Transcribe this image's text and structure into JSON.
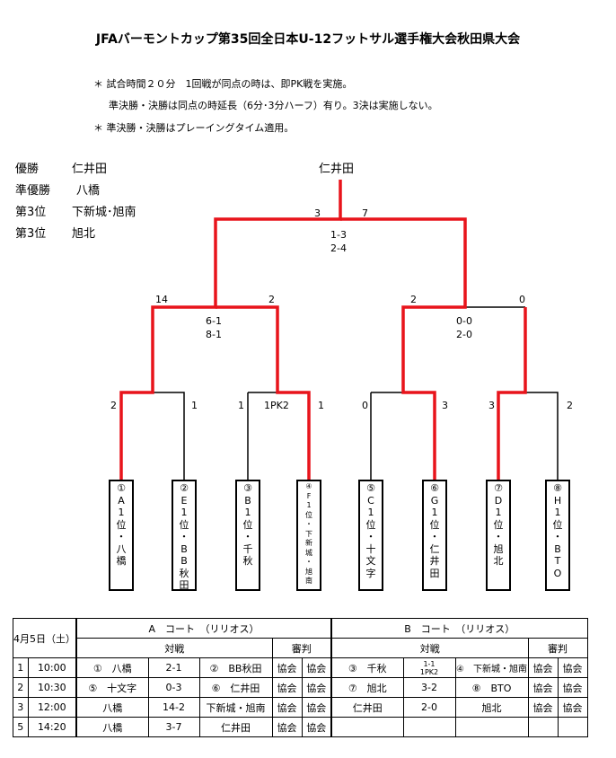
{
  "title": "JFAバーモントカップ第35回全日本U-12フットサル選手権大会秋田県大会",
  "notes": [
    "＊ 試合時間２０分　1回戦が同点の時は、即PK戦を実施。",
    "準決勝・決勝は同点の時延長（6分･3分ハーフ）有り。3決は実施しない。",
    "＊ 準決勝・決勝はプレーイングタイム適用。"
  ],
  "results": [
    {
      "rank": "優勝",
      "team": "仁井田"
    },
    {
      "rank": "準優勝",
      "team": "八橋"
    },
    {
      "rank": "第3位",
      "team": "下新城･旭南"
    },
    {
      "rank": "第3位",
      "team": "旭北"
    }
  ],
  "bracket": {
    "champion": "仁井田",
    "final": {
      "left_score": "3",
      "right_score": "7",
      "half1": "1-3",
      "half2": "2-4"
    },
    "semi_left": {
      "left_score": "14",
      "right_score": "2",
      "half1": "6-1",
      "half2": "8-1"
    },
    "semi_right": {
      "left_score": "2",
      "right_score": "0",
      "half1": "0-0",
      "half2": "2-0"
    },
    "r1_scores": [
      "2",
      "1",
      "1",
      "1PK2",
      "1",
      "0",
      "3",
      "3",
      "2"
    ],
    "teams": [
      {
        "num": "①",
        "chars": [
          "A",
          "1",
          "位",
          "・",
          "八",
          "橋"
        ]
      },
      {
        "num": "②",
        "chars": [
          "E",
          "1",
          "位",
          "・",
          "B",
          "B",
          "秋",
          "田"
        ]
      },
      {
        "num": "③",
        "chars": [
          "B",
          "1",
          "位",
          "・",
          "千",
          "秋"
        ]
      },
      {
        "num": "④",
        "chars": [
          "F",
          "1",
          "位",
          "・",
          "下",
          "新",
          "城",
          "・",
          "旭",
          "南"
        ]
      },
      {
        "num": "⑤",
        "chars": [
          "C",
          "1",
          "位",
          "・",
          "十",
          "文",
          "字"
        ]
      },
      {
        "num": "⑥",
        "chars": [
          "G",
          "1",
          "位",
          "・",
          "仁",
          "井",
          "田"
        ]
      },
      {
        "num": "⑦",
        "chars": [
          "D",
          "1",
          "位",
          "・",
          "旭",
          "北"
        ]
      },
      {
        "num": "⑧",
        "chars": [
          "H",
          "1",
          "位",
          "・",
          "B",
          "T",
          "O"
        ]
      }
    ]
  },
  "schedule": {
    "date": "4月5日（土）",
    "court_a": "A　コート　（リリオス）",
    "court_b": "B　コート　（リリオス）",
    "match_header": "対戦",
    "referee_header": "審判",
    "rows": [
      {
        "no": "1",
        "time": "10:00",
        "a_home": "①　八橋",
        "a_score": "2-1",
        "a_away": "②　BB秋田",
        "a_ref1": "協会",
        "a_ref2": "協会",
        "b_home": "③　千秋",
        "b_score1": "1-1",
        "b_score2": "1PK2",
        "b_away": "④　下新城・旭南",
        "b_ref1": "協会",
        "b_ref2": "協会"
      },
      {
        "no": "2",
        "time": "10:30",
        "a_home": "⑤　十文字",
        "a_score": "0-3",
        "a_away": "⑥　仁井田",
        "a_ref1": "協会",
        "a_ref2": "協会",
        "b_home": "⑦　旭北",
        "b_score1": "3-2",
        "b_score2": "",
        "b_away": "⑧　BTO",
        "b_ref1": "協会",
        "b_ref2": "協会"
      },
      {
        "no": "3",
        "time": "12:00",
        "a_home": "八橋",
        "a_score": "14-2",
        "a_away": "下新城・旭南",
        "a_ref1": "協会",
        "a_ref2": "協会",
        "b_home": "仁井田",
        "b_score1": "2-0",
        "b_score2": "",
        "b_away": "旭北",
        "b_ref1": "協会",
        "b_ref2": "協会"
      },
      {
        "no": "5",
        "time": "14:20",
        "a_home": "八橋",
        "a_score": "3-7",
        "a_away": "仁井田",
        "a_ref1": "協会",
        "a_ref2": "協会",
        "b_home": "",
        "b_score1": "",
        "b_score2": "",
        "b_away": "",
        "b_ref1": "",
        "b_ref2": ""
      }
    ]
  },
  "colors": {
    "winner_line": "#e8141b",
    "line": "#000000"
  }
}
